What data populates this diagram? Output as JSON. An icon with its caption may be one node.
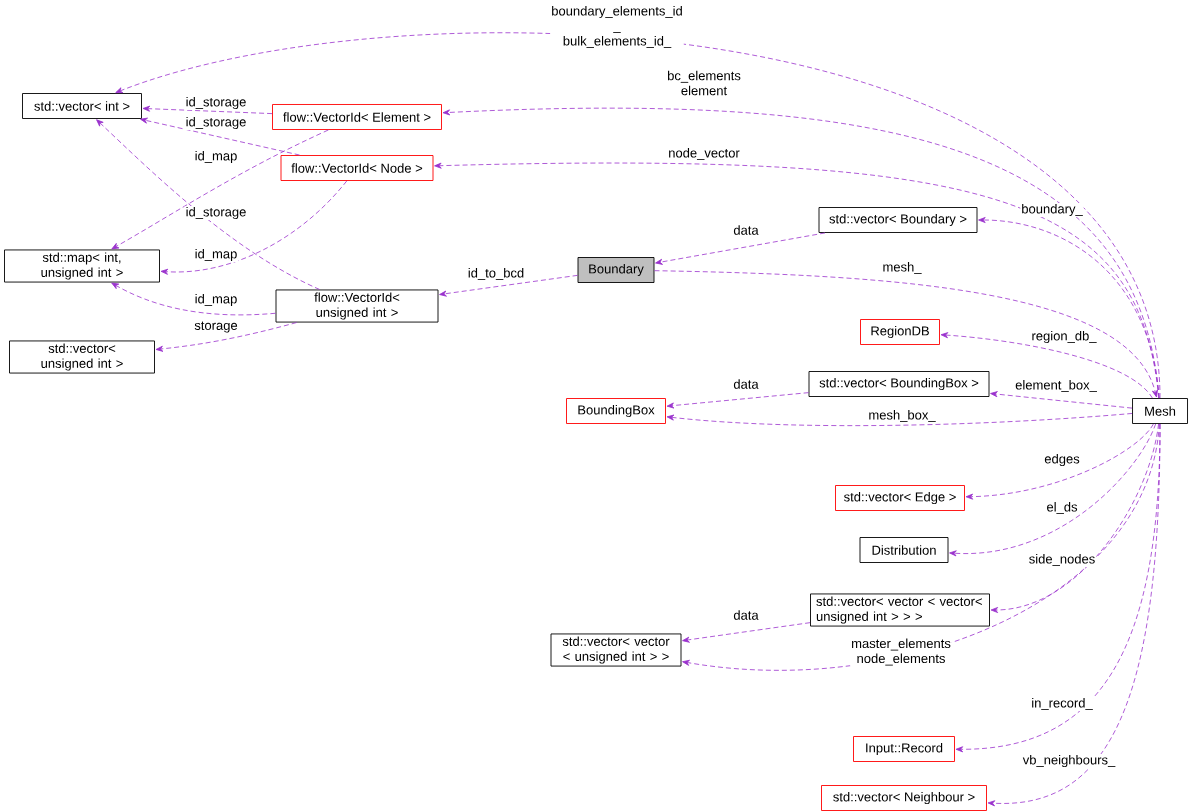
{
  "diagram": {
    "nodes": [
      {
        "text": [
          "std::vector< int >"
        ]
      },
      {
        "text": [
          "flow::VectorId< Element >"
        ]
      },
      {
        "text": [
          "flow::VectorId< Node >"
        ]
      },
      {
        "text": [
          "std::map< int, unsigned int >"
        ]
      },
      {
        "text": [
          "flow::VectorId< unsigned int >"
        ]
      },
      {
        "text": [
          "std::vector< unsigned int >"
        ]
      },
      {
        "text": [
          "Boundary"
        ]
      },
      {
        "text": [
          "std::vector< Boundary >"
        ]
      },
      {
        "text": [
          "RegionDB"
        ]
      },
      {
        "text": [
          "std::vector< BoundingBox >"
        ]
      },
      {
        "text": [
          "BoundingBox"
        ]
      },
      {
        "text": [
          "Mesh"
        ]
      },
      {
        "text": [
          "std::vector< Edge >"
        ]
      },
      {
        "text": [
          "Distribution"
        ]
      },
      {
        "text": [
          "std::vector< vector < vector< unsigned int > > >"
        ]
      },
      {
        "text": [
          "std::vector< vector < unsigned int > >"
        ]
      },
      {
        "text": [
          "Input::Record"
        ]
      },
      {
        "text": [
          "std::vector< Neighbour >"
        ]
      }
    ],
    "edges": [
      {
        "from": 11,
        "to": 0,
        "arrow": "to",
        "label": "boundary_elements_id _ bulk_elements_id_"
      },
      {
        "from": 1,
        "to": 0,
        "arrow": "to",
        "label": "id_storage"
      },
      {
        "from": 2,
        "to": 0,
        "arrow": "to",
        "label": "id_storage"
      },
      {
        "from": 4,
        "to": 0,
        "arrow": "to",
        "label": "id_storage"
      },
      {
        "from": 1,
        "to": 3,
        "arrow": "to",
        "label": "id_map"
      },
      {
        "from": 2,
        "to": 3,
        "arrow": "to",
        "label": "id_map"
      },
      {
        "from": 4,
        "to": 3,
        "arrow": "to",
        "label": "id_map"
      },
      {
        "from": 4,
        "to": 5,
        "arrow": "to",
        "label": "storage"
      },
      {
        "from": 11,
        "to": 1,
        "arrow": "to",
        "label": "bc_elements element"
      },
      {
        "from": 11,
        "to": 2,
        "arrow": "to",
        "label": "node_vector"
      },
      {
        "from": 6,
        "to": 4,
        "arrow": "to",
        "label": "id_to_bcd"
      },
      {
        "from": 7,
        "to": 6,
        "arrow": "to",
        "label": "data"
      },
      {
        "from": 11,
        "to": 7,
        "arrow": "to",
        "label": "boundary_"
      },
      {
        "from": 6,
        "to": 11,
        "arrow": "to",
        "label": "mesh_"
      },
      {
        "from": 11,
        "to": 8,
        "arrow": "to",
        "label": "region_db_"
      },
      {
        "from": 9,
        "to": 10,
        "arrow": "to",
        "label": "data"
      },
      {
        "from": 11,
        "to": 9,
        "arrow": "to",
        "label": "element_box_"
      },
      {
        "from": 11,
        "to": 10,
        "arrow": "to",
        "label": "mesh_box_"
      },
      {
        "from": 11,
        "to": 12,
        "arrow": "to",
        "label": "edges"
      },
      {
        "from": 11,
        "to": 13,
        "arrow": "to",
        "label": "el_ds"
      },
      {
        "from": 11,
        "to": 14,
        "arrow": "to",
        "label": "side_nodes"
      },
      {
        "from": 14,
        "to": 15,
        "arrow": "to",
        "label": "data"
      },
      {
        "from": 11,
        "to": 15,
        "arrow": "to",
        "label": "master_elements node_elements"
      },
      {
        "from": 11,
        "to": 16,
        "arrow": "to",
        "label": "in_record_"
      },
      {
        "from": 11,
        "to": 17,
        "arrow": "to",
        "label": "vb_neighbours_"
      }
    ]
  }
}
